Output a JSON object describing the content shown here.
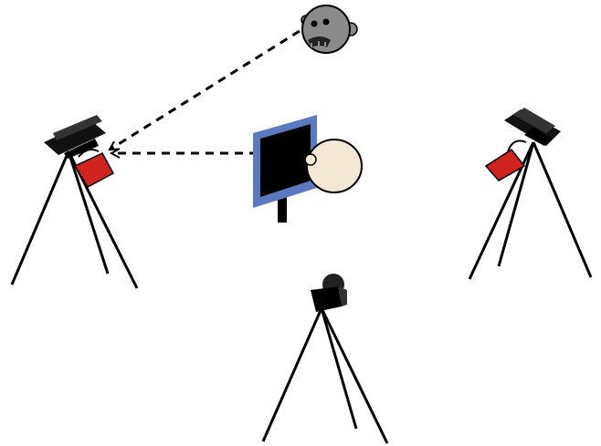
{
  "diagram": {
    "background": "#ffffff",
    "colors": {
      "tripod": "#000000",
      "camera_body": "#111111",
      "ir_emitter": "#d0231e",
      "ir_emitter_stroke": "#000000",
      "monitor_frame": "#5b79c0",
      "monitor_screen": "#000000",
      "face_skin": "#f3e8d6",
      "robot_head": "#8a8a8a",
      "arrow": "#000000"
    },
    "elements": [
      {
        "id": "left-tracker",
        "kind": "depth-sensor on tripod with red IR emitter"
      },
      {
        "id": "right-tracker",
        "kind": "depth-sensor on tripod with red IR emitter"
      },
      {
        "id": "center-camera",
        "kind": "video camera on tripod"
      },
      {
        "id": "monitor",
        "kind": "monitor viewed by subject"
      },
      {
        "id": "subject-head",
        "kind": "human head looking at monitor"
      },
      {
        "id": "robot-head",
        "kind": "gray robot/avatar head"
      }
    ],
    "arrows": [
      {
        "from": "robot-head",
        "to": "left-tracker",
        "style": "dashed"
      },
      {
        "from": "monitor",
        "to": "left-tracker",
        "style": "dashed"
      }
    ]
  }
}
